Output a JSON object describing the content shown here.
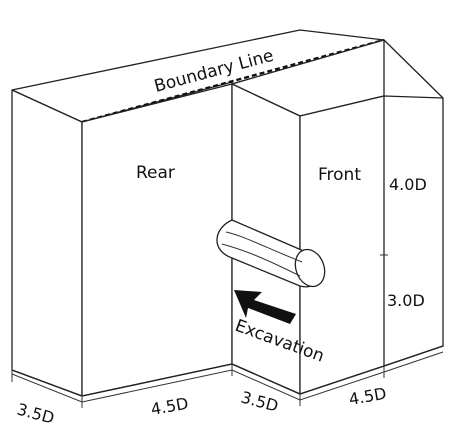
{
  "labels": {
    "boundary_line": "Boundary Line",
    "rear": "Rear",
    "front": "Front",
    "excavation": "Excavation"
  },
  "dimensions": {
    "front_upper_height": "4.0D",
    "front_lower_height": "3.0D",
    "bottom_segments": [
      "3.5D",
      "4.5D",
      "3.5D",
      "4.5D"
    ]
  },
  "colors": {
    "lines": "#222222",
    "arrow": "#111111",
    "background": "#ffffff"
  }
}
